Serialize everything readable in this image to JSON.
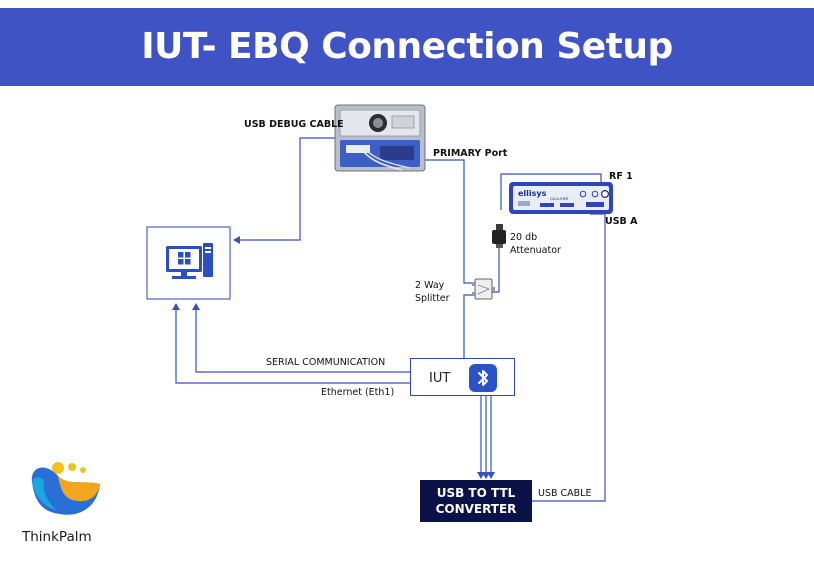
{
  "title": "IUT- EBQ Connection Setup",
  "labels": {
    "usb_debug_cable": "USB DEBUG CABLE",
    "primary_port": "PRIMARY Port",
    "rf1": "RF 1",
    "usb_a": "USB A",
    "attenuator": "20 db\nAttenuator",
    "splitter": "2 Way\nSplitter",
    "serial": "SERIAL COMMUNICATION",
    "ethernet": "Ethernet (Eth1)",
    "usb_cable": "USB CABLE"
  },
  "nodes": {
    "iut": "IUT",
    "usb_ttl": "USB TO TTL\nCONVERTER",
    "qualifier_brand": "ellisys",
    "qualifier_model": "QUALIFIER"
  },
  "logo": {
    "name": "ThinkPalm"
  },
  "colors": {
    "banner": "#4053c4",
    "wire": "#3a4fc0",
    "converter": "#0b1247",
    "qualifier": "#2f45b8"
  }
}
